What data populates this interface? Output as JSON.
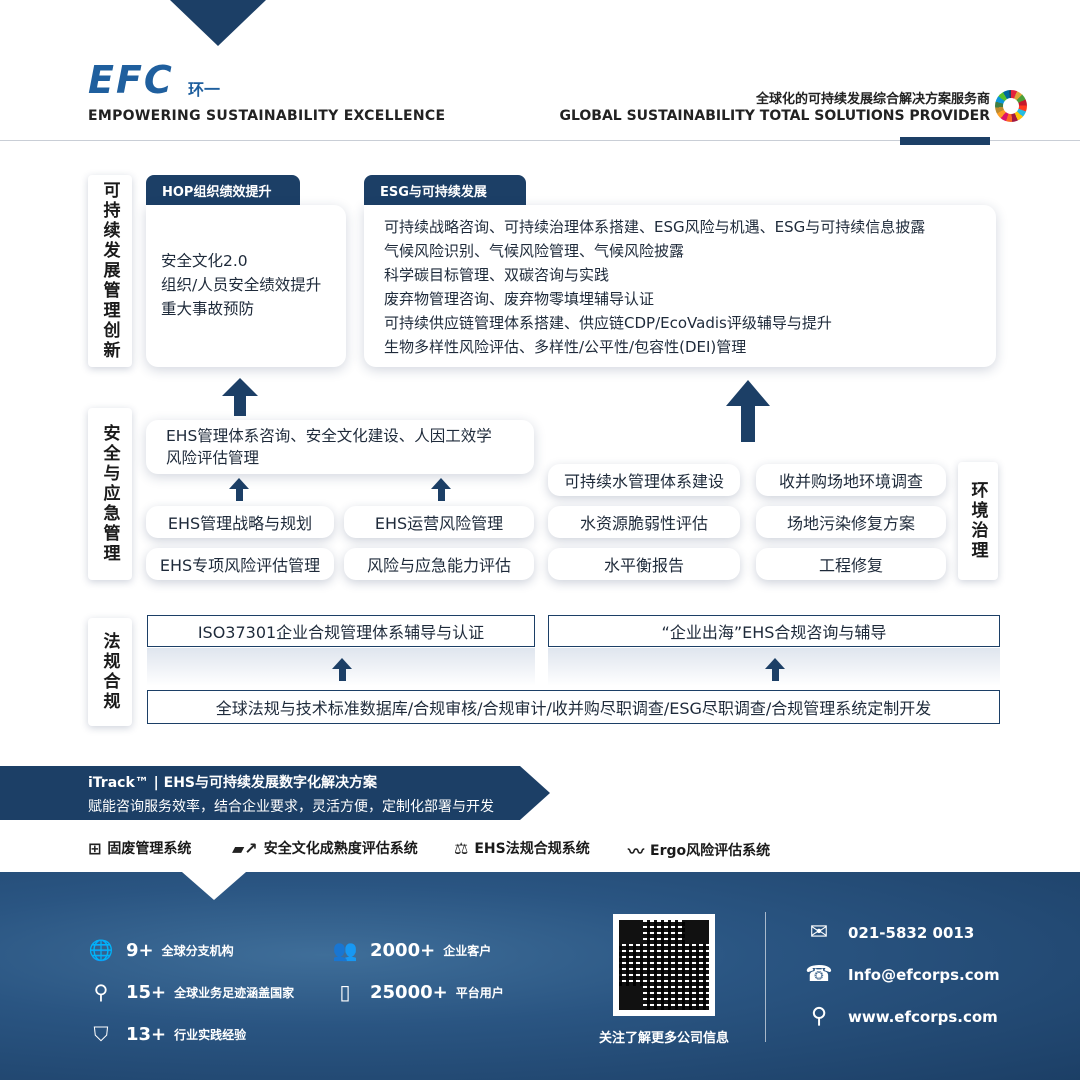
{
  "header": {
    "logo": "EFC",
    "logo_cn": "环一",
    "tagline_en": "EMPOWERING SUSTAINABILITY EXCELLENCE",
    "provider_cn": "全球化的可持续发展综合解决方案服务商",
    "provider_en": "GLOBAL SUSTAINABILITY TOTAL SOLUTIONS PROVIDER"
  },
  "sections": {
    "innovation": {
      "label": "可持续发展管理创新",
      "hop": {
        "title": "HOP组织绩效提升",
        "items": [
          "安全文化2.0",
          "组织/人员安全绩效提升",
          "重大事故预防"
        ]
      },
      "esg": {
        "title": "ESG与可持续发展",
        "items": [
          "可持续战略咨询、可持续治理体系搭建、ESG风险与机遇、ESG与可持续信息披露",
          "气候风险识别、气候风险管理、气候风险披露",
          "科学碳目标管理、双碳咨询与实践",
          "废弃物管理咨询、废弃物零填埋辅导认证",
          "可持续供应链管理体系搭建、供应链CDP/EcoVadis评级辅导与提升",
          "生物多样性风险评估、多样性/公平性/包容性(DEI)管理"
        ]
      }
    },
    "safety": {
      "label": "安全与应急管理",
      "top_lines": [
        "EHS管理体系咨询、安全文化建设、人因工效学",
        "风险评估管理"
      ],
      "items": [
        "EHS管理战略与规划",
        "EHS运营风险管理",
        "EHS专项风险评估管理",
        "风险与应急能力评估"
      ]
    },
    "environment": {
      "label": "环境治理",
      "water": [
        "可持续水管理体系建设",
        "水资源脆弱性评估",
        "水平衡报告"
      ],
      "site": [
        "收并购场地环境调查",
        "场地污染修复方案",
        "工程修复"
      ]
    },
    "compliance": {
      "label": "法规合规",
      "left": "ISO37301企业合规管理体系辅导与认证",
      "right": "“企业出海”EHS合规咨询与辅导",
      "bottom": "全球法规与技术标准数据库/合规审核/合规审计/收并购尽职调查/ESG尽职调查/合规管理系统定制开发"
    }
  },
  "itrack": {
    "title": "iTrack™ | EHS与可持续发展数字化解决方案",
    "subtitle": "赋能咨询服务效率，结合企业要求，灵活方便，定制化部署与开发",
    "systems": [
      "固废管理系统",
      "安全文化成熟度评估系统",
      "EHS法规合规系统",
      "Ergo风险评估系统"
    ]
  },
  "footer": {
    "stats": [
      {
        "num": "9+",
        "label": "全球分支机构",
        "icon": "globe-pin-icon"
      },
      {
        "num": "15+",
        "label": "全球业务足迹涵盖国家",
        "icon": "map-pin-icon"
      },
      {
        "num": "13+",
        "label": "行业实践经验",
        "icon": "shield-badge-icon"
      },
      {
        "num": "2000+",
        "label": "企业客户",
        "icon": "users-icon"
      },
      {
        "num": "25000+",
        "label": "平台用户",
        "icon": "phone-icon"
      }
    ],
    "qr_caption": "关注了解更多公司信息",
    "phone": "021-5832 0013",
    "email": "Info@efcorps.com",
    "website": "www.efcorps.com"
  }
}
